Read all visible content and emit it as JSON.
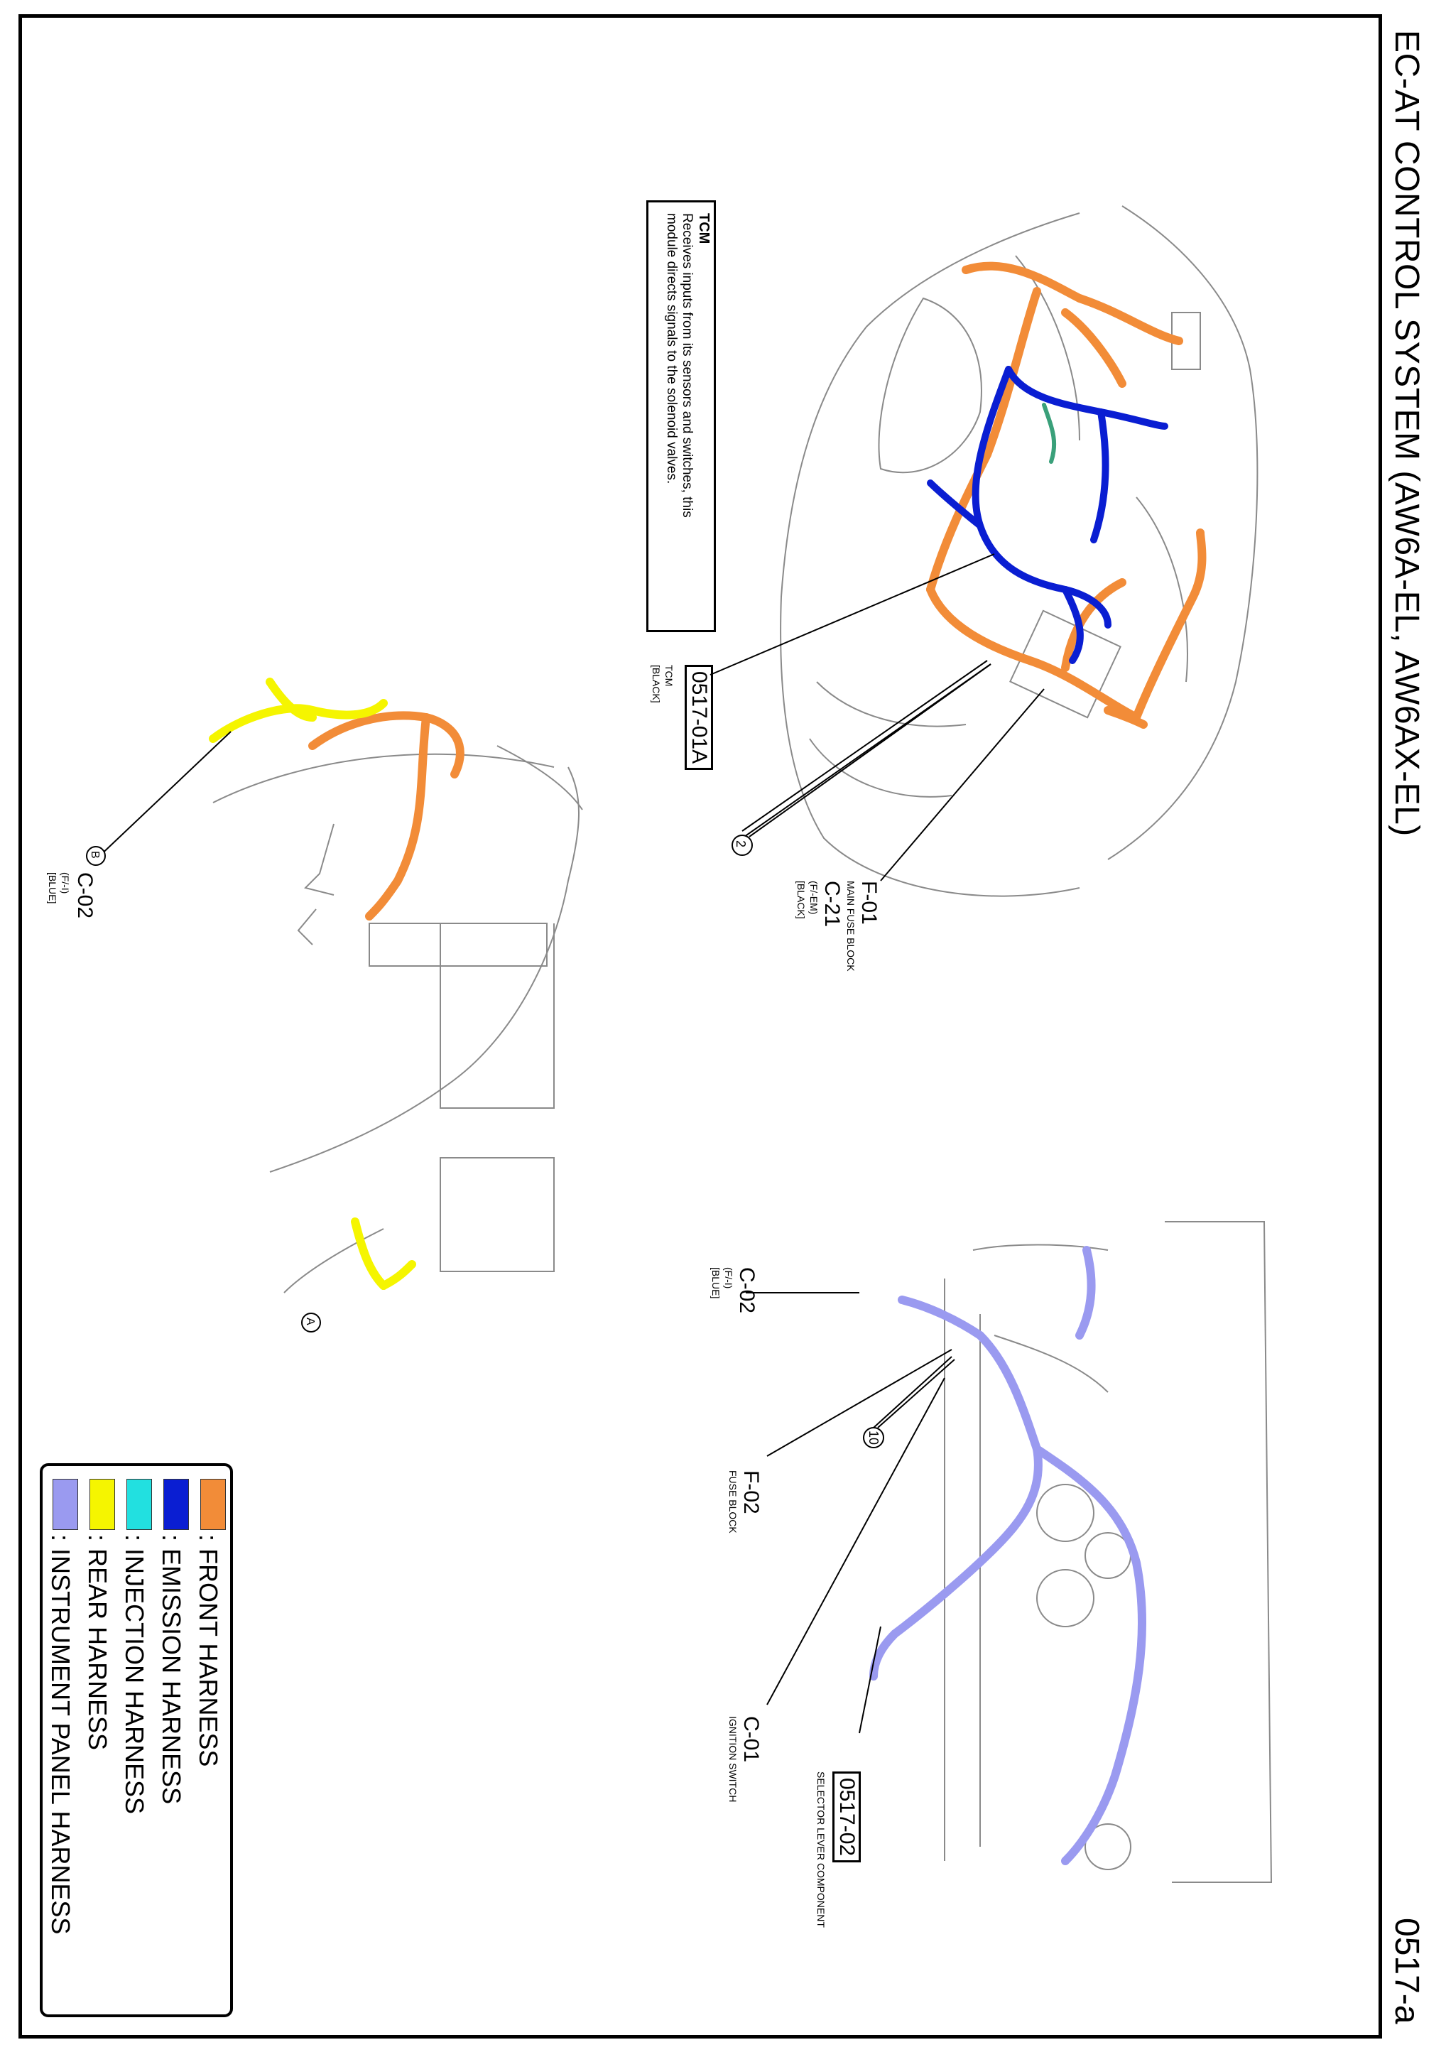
{
  "title": "EC-AT CONTROL SYSTEM (AW6A-EL, AW6AX-EL)",
  "page_code": "0517-a",
  "tcm_note": {
    "heading": "TCM",
    "lines": [
      "Receives inputs from its sensors and switches, this",
      "module directs signals to the solenoid valves."
    ]
  },
  "connectors": {
    "tcm": {
      "id": "0517-01A",
      "name": "TCM",
      "color": "[BLACK]"
    },
    "main_fuse": {
      "id1": "F-01",
      "name": "MAIN FUSE BLOCK",
      "id2": "C-21",
      "code": "(F/-EM)",
      "color": "[BLACK]"
    },
    "c02_upper": {
      "id": "C-02",
      "code": "(F/-I)",
      "color": "[BLUE]"
    },
    "c02_lower": {
      "id": "C-02",
      "code": "(F/-I)",
      "color": "[BLUE]"
    },
    "fuse_block": {
      "id": "F-02",
      "name": "FUSE BLOCK"
    },
    "ignition": {
      "id": "C-01",
      "name": "IGNITION SWITCH"
    },
    "selector": {
      "id": "0517-02",
      "name": "SELECTOR LEVER COMPONENT"
    }
  },
  "callouts": {
    "two": "2",
    "ten": "10",
    "a": "A",
    "b": "B"
  },
  "legend": [
    {
      "label": ": FRONT HARNESS",
      "color": "#F28C38"
    },
    {
      "label": ": EMISSION HARNESS",
      "color": "#0A1ED2"
    },
    {
      "label": ": INJECTION HARNESS",
      "color": "#22E0E0"
    },
    {
      "label": ": REAR HARNESS",
      "color": "#F5F500"
    },
    {
      "label": ": INSTRUMENT PANEL HARNESS",
      "color": "#9A9AF0"
    }
  ],
  "colors": {
    "front": "#F28C38",
    "emission": "#0A1ED2",
    "injection": "#22E0E0",
    "rear": "#F5F500",
    "instrument": "#9A9AF0",
    "outline": "#8a8a8a"
  }
}
